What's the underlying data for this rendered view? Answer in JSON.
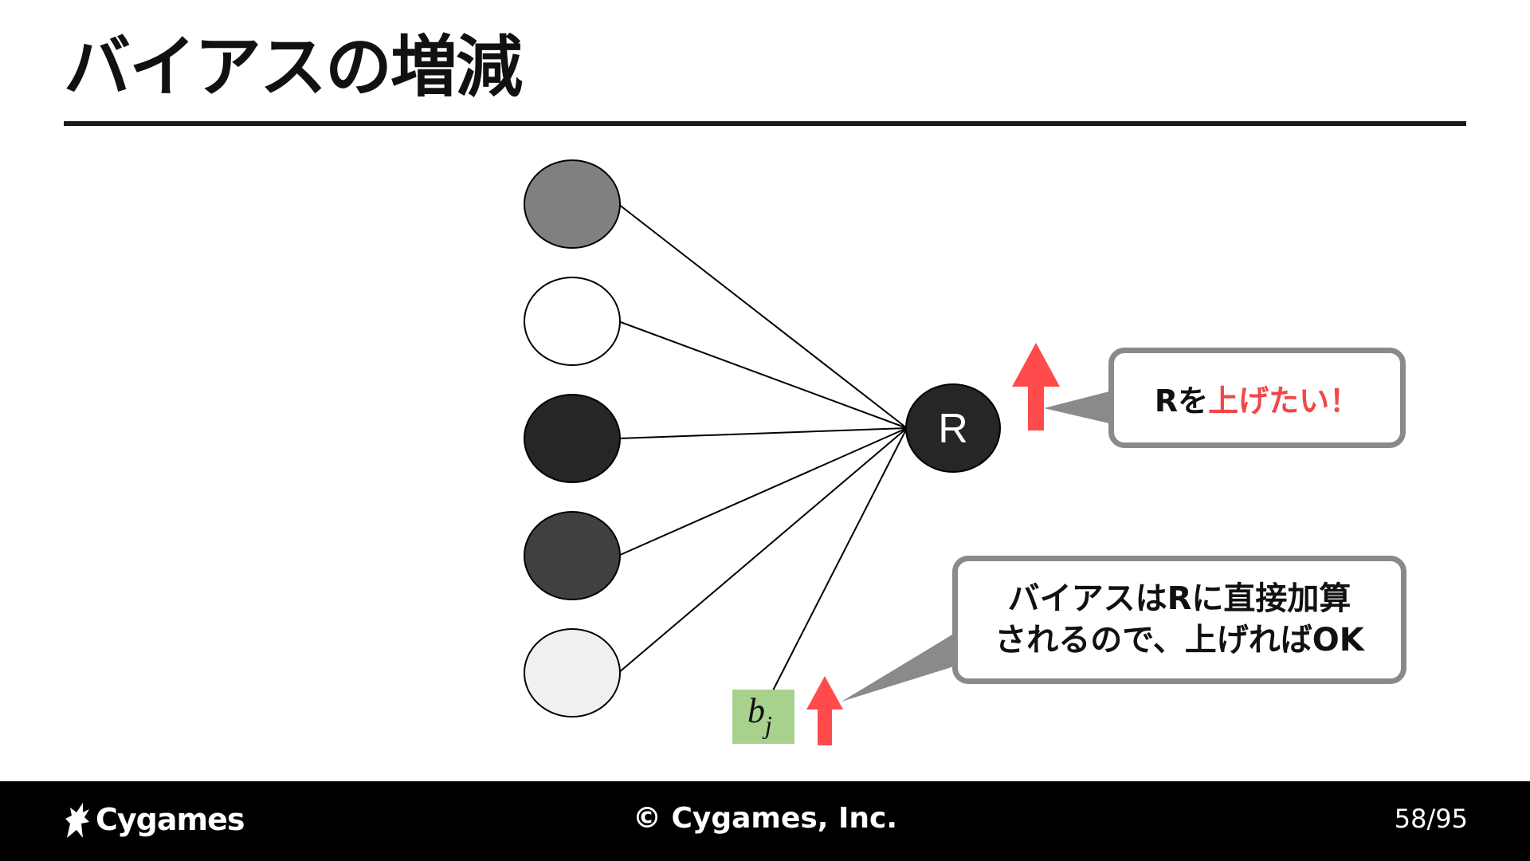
{
  "slide": {
    "title": "バイアスの増減"
  },
  "diagram": {
    "input_node_fills": [
      "#808080",
      "#ffffff",
      "#262626",
      "#404040",
      "#f0f0f0"
    ],
    "output_node_label": "R",
    "output_node_fill": "#262626",
    "bias_label_base": "b",
    "bias_label_sub": "j",
    "bias_fill": "#a9d18e",
    "arrow_color": "#ff4b4b",
    "callout_border_color": "#8a8a8a"
  },
  "callouts": {
    "r": {
      "prefix": "Rを",
      "accent": "上げたい！"
    },
    "bias": {
      "line1": "バイアスはRに直接加算",
      "line2": "されるので、上げればOK"
    }
  },
  "footer": {
    "logo_text": "Cygames",
    "copyright": "© Cygames, Inc.",
    "page": "58/95"
  }
}
